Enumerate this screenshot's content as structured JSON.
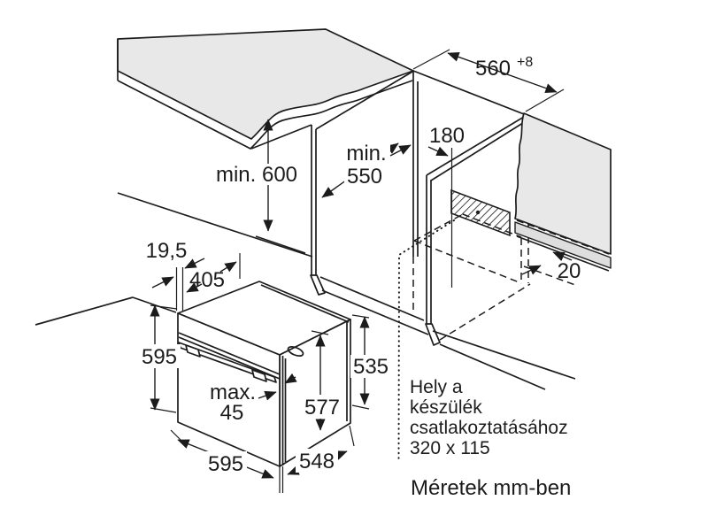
{
  "diagram": {
    "units_note": "Méretek mm-ben",
    "niche": {
      "width": "560",
      "width_tolerance": "+8",
      "height_min": "min. 600",
      "depth_min_prefix": "min.",
      "depth_min_value": "550",
      "connection_offset": "180",
      "rear_gap": "20"
    },
    "oven": {
      "frame_overhang": "19,5",
      "door_open_depth": "405",
      "front_height": "595",
      "front_width": "595",
      "body_height": "577",
      "rear_height": "535",
      "body_depth": "548",
      "door_protrusion_prefix": "max.",
      "door_protrusion_value": "45"
    },
    "connection_note": {
      "line1": "Hely a",
      "line2": "készülék",
      "line3": "csatlakoztatásához",
      "line4": "320 x 115"
    }
  },
  "colors": {
    "line": "#1c1c1c",
    "surface": "#e8e8e8",
    "surface_band": "#dedede",
    "background": "#ffffff"
  }
}
